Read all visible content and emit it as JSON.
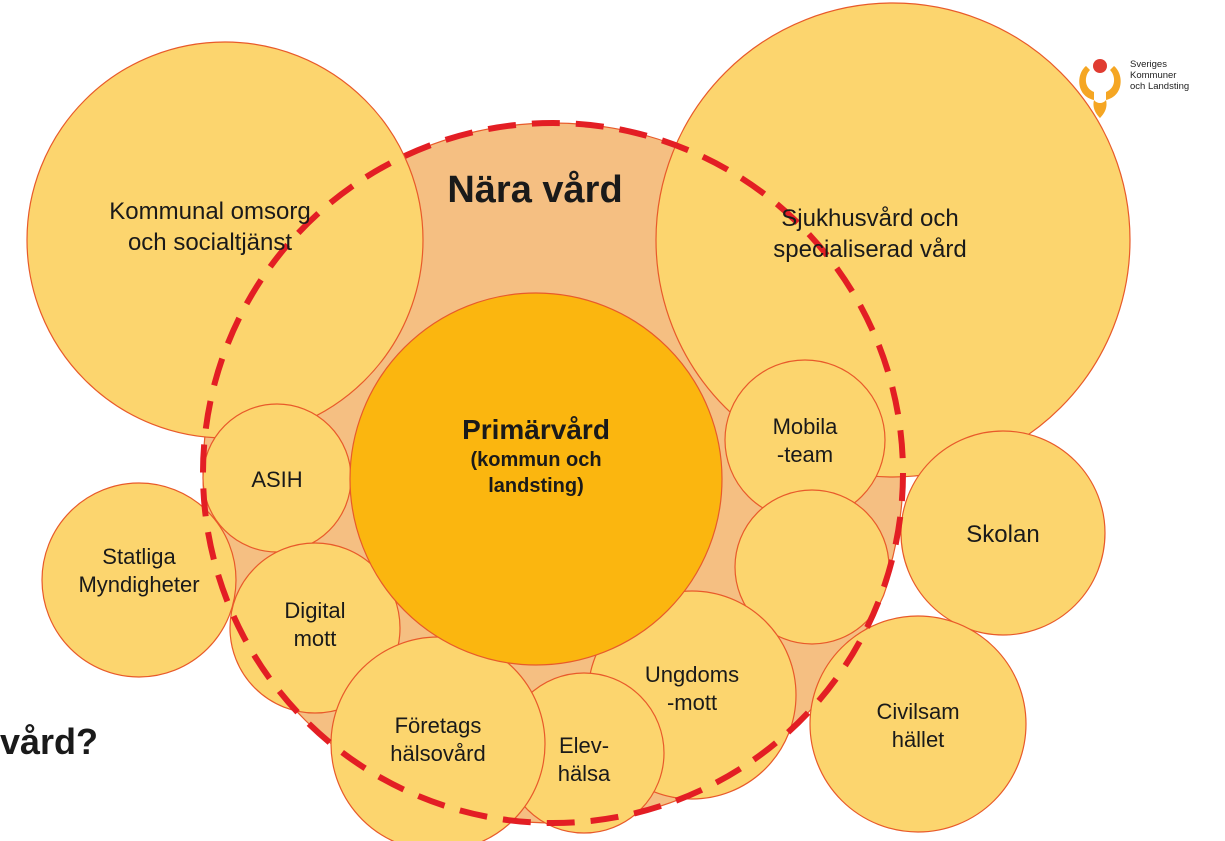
{
  "logo": {
    "lines": [
      "Sveriges",
      "Kommuner",
      "och Landsting"
    ],
    "colors": {
      "orange": "#f5a623",
      "red": "#e03c31"
    }
  },
  "heading": "Nära vård",
  "partial_text": "vård?",
  "colors": {
    "outer_fill": "#f5bf82",
    "circle_fill": "#fcd56e",
    "center_fill": "#fbb60f",
    "stroke": "#e85a2a",
    "dashed": "#e31e24"
  },
  "circles": {
    "kommunal": [
      "Kommunal omsorg",
      "och socialtjänst"
    ],
    "sjukhus": [
      "Sjukhusvård och",
      "specialiserad vård"
    ],
    "primarvard": {
      "title": "Primärvård",
      "sub": [
        "(kommun och",
        "landsting)"
      ]
    },
    "asih": [
      "ASIH"
    ],
    "mobila": [
      "Mobila",
      "-team"
    ],
    "skolan": [
      "Skolan"
    ],
    "statliga": [
      "Statliga",
      "Myndigheter"
    ],
    "digital": [
      "Digital",
      "mott"
    ],
    "ungdoms": [
      "Ungdoms",
      "-mott"
    ],
    "civilsam": [
      "Civilsam",
      "hället"
    ],
    "foretags": [
      "Företags",
      "hälsovård"
    ],
    "elev": [
      "Elev-",
      "hälsa"
    ]
  }
}
